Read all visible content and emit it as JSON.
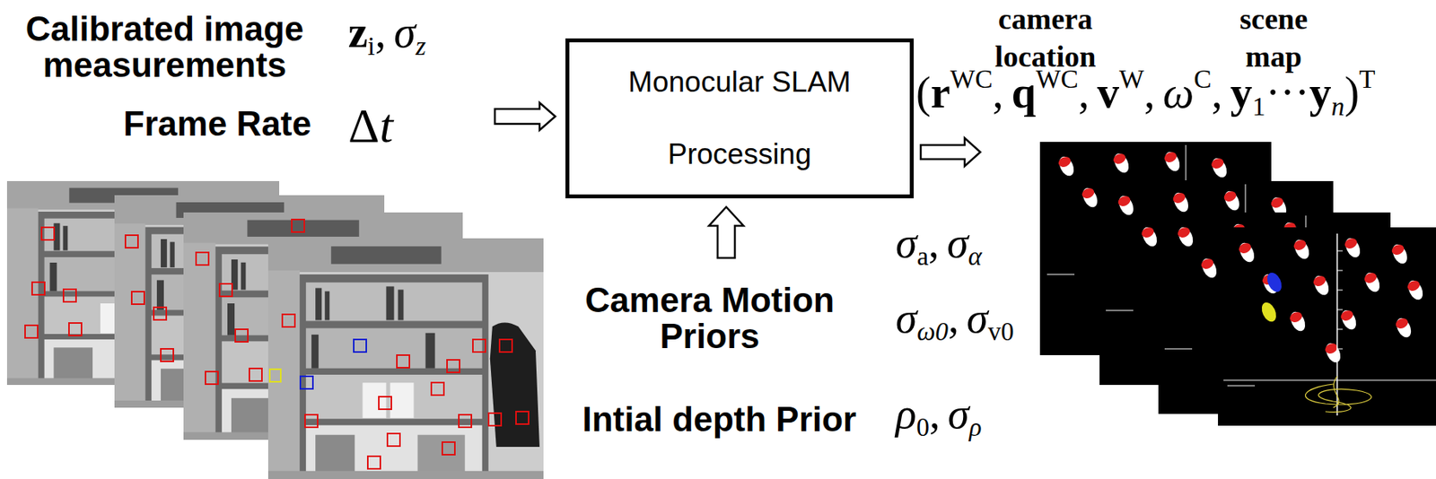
{
  "diagram": {
    "nodes": [
      {
        "text": [
          "Monocular SLAM Processing"
        ]
      }
    ],
    "labels": [
      "Calibrated image measurements",
      "z",
      "i",
      ",",
      "σ",
      "z",
      "Frame Rate",
      "Δ",
      "t",
      "camera location",
      "scene map",
      "(",
      "r",
      "WC",
      ",",
      "q",
      "WC",
      ",",
      "v",
      "W",
      ",",
      "ω",
      "C",
      ",",
      "y",
      "1",
      "···",
      "y",
      "n",
      ")",
      "T",
      "Camera Motion Priors",
      "Intial depth Prior",
      "σ",
      "a",
      ",",
      "σ",
      "α",
      "σ",
      "ω0",
      ",",
      "σ",
      "v0",
      "ρ",
      "0",
      ",",
      "σ",
      "ρ"
    ]
  }
}
